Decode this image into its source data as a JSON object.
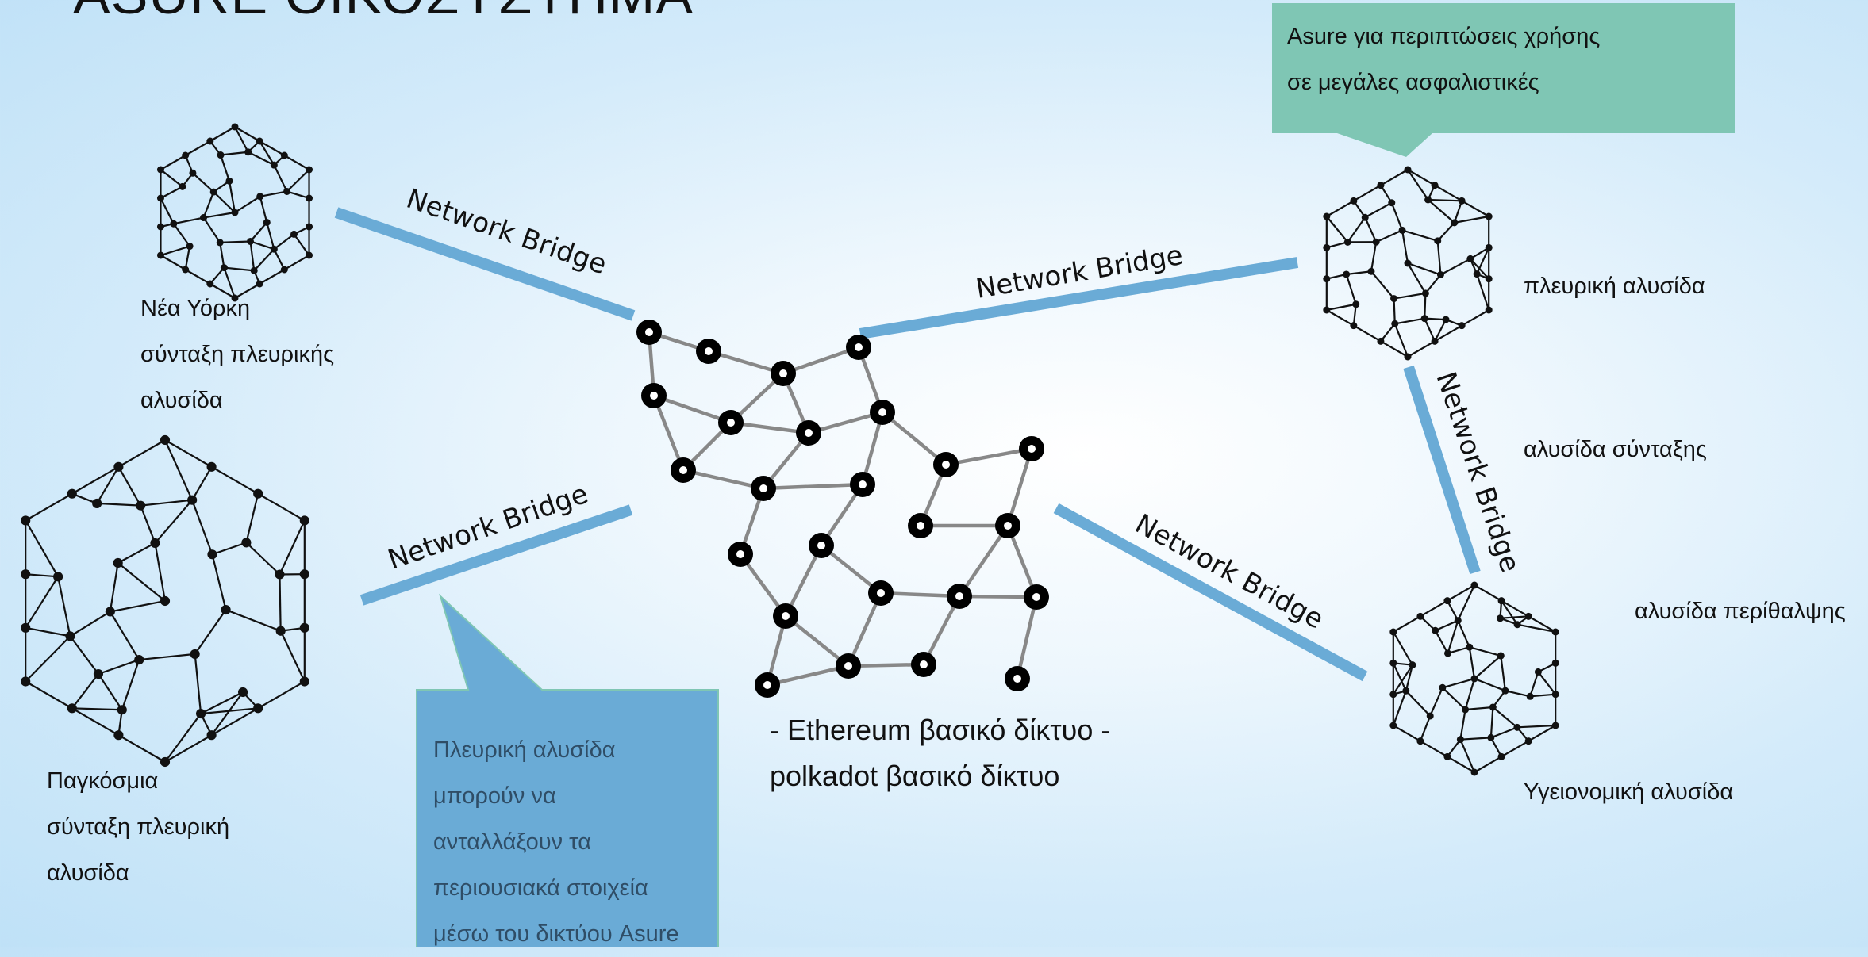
{
  "title": "ASURE ΟΙΚΟΣΥΣΤΗΜΑ",
  "bridge_label": "Network Bridge",
  "colors": {
    "bridge": "#6aabd6",
    "callout_green": "#7fc6b4",
    "callout_blue": "#6aabd6",
    "core_edge": "#888888"
  },
  "chains": {
    "new_york": [
      "Νέα Υόρκη",
      "σύνταξη πλευρικής",
      "αλυσίδα"
    ],
    "global": [
      "Παγκόσμια",
      "σύνταξη πλευρική",
      "αλυσίδα"
    ],
    "side": "πλευρική αλυσίδα",
    "pension": "αλυσίδα σύνταξης",
    "care": "αλυσίδα περίθαλψης",
    "health": "Υγειονομική αλυσίδα"
  },
  "main_network": [
    "- Ethereum βασικό δίκτυο -",
    "polkadot βασικό δίκτυο"
  ],
  "callouts": {
    "insurance": [
      "Asure για περιπτώσεις χρήσης",
      "σε μεγάλες ασφαλιστικές"
    ],
    "assets": [
      "Πλευρική αλυσίδα",
      "μπορούν να",
      "ανταλλάξουν τα",
      "περιουσιακά στοιχεία",
      "μέσω του δικτύου Asure"
    ]
  }
}
